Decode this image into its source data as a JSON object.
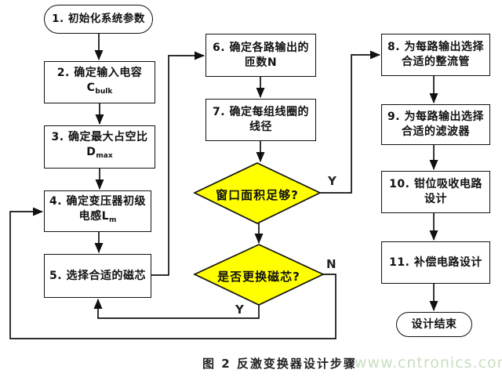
{
  "diagram": {
    "caption": "图 2 反激变换器设计步骤",
    "watermark": "www.cntronics.com"
  },
  "nodes": {
    "start": {
      "label": "1. 初始化系统参数"
    },
    "b2": {
      "line1": "2. 确定输入电容",
      "line2_main": "C",
      "line2_sub": "bulk"
    },
    "b3": {
      "line1": "3. 确定最大占空比",
      "line2_main": "D",
      "line2_sub": "max"
    },
    "b4": {
      "line1": "4. 确定变压器初级",
      "line2_main": "电感L",
      "line2_sub": "m"
    },
    "b5": {
      "label": "5. 选择合适的磁芯"
    },
    "b6": {
      "line1": "6. 确定各路输出的",
      "line2": "匝数N"
    },
    "b7": {
      "line1": "7. 确定每组线圈的",
      "line2": "线径"
    },
    "d1": {
      "label": "窗口面积足够?"
    },
    "d2": {
      "label": "是否更换磁芯?"
    },
    "b8": {
      "line1": "8. 为每路输出选择",
      "line2": "合适的整流管"
    },
    "b9": {
      "line1": "9. 为每路输出选择",
      "line2": "合适的滤波器"
    },
    "b10": {
      "line1": "10. 钳位吸收电路",
      "line2": "设计"
    },
    "b11": {
      "label": "11. 补偿电路设计"
    },
    "end": {
      "label": "设计结束"
    }
  },
  "edge_labels": {
    "d1_yes": "Y",
    "d2_no": "N",
    "d2_yes": "Y"
  },
  "colors": {
    "decision_fill": "#ffff00",
    "line": "#111111",
    "watermark": "#c8dec0"
  }
}
